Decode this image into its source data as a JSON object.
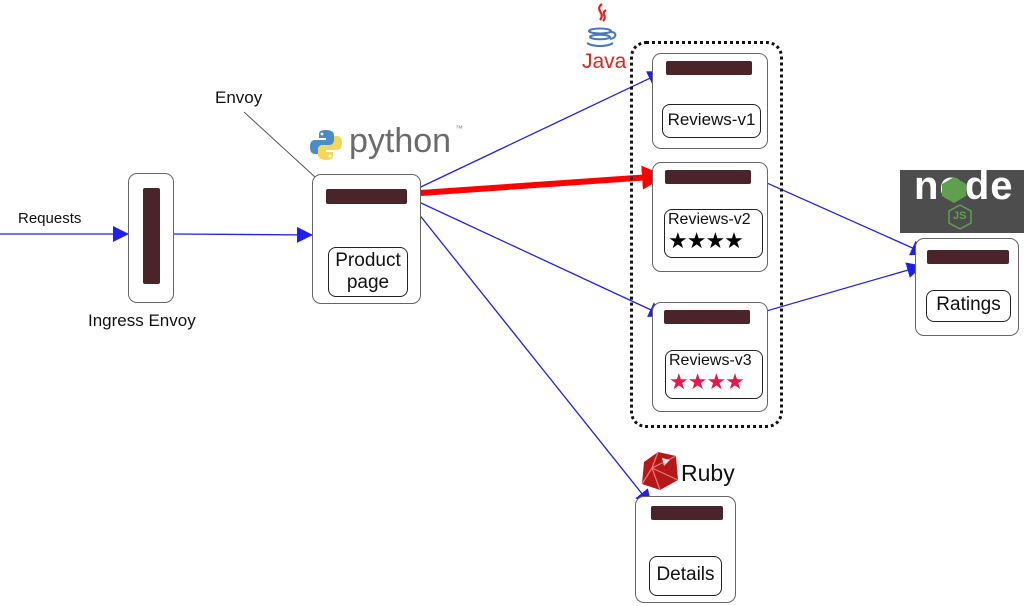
{
  "labels": {
    "requests": "Requests",
    "ingress": "Ingress Envoy",
    "envoy": "Envoy",
    "python": "python",
    "python_tm": "™",
    "java": "Java",
    "ruby": "Ruby",
    "node": "node",
    "node_js": "JS"
  },
  "services": {
    "productpage": {
      "line1": "Product",
      "line2": "page"
    },
    "reviews_v1": {
      "name": "Reviews-v1"
    },
    "reviews_v2": {
      "name": "Reviews-v2",
      "stars": "★★★★",
      "star_color": "#000000"
    },
    "reviews_v3": {
      "name": "Reviews-v3",
      "stars": "★★★★",
      "star_color": "#e8174a"
    },
    "ratings": {
      "name": "Ratings"
    },
    "details": {
      "name": "Details"
    }
  },
  "colors": {
    "proxy": "#4a232b",
    "arrow": "#2020ee",
    "highlight_arrow": "#ff0000"
  }
}
